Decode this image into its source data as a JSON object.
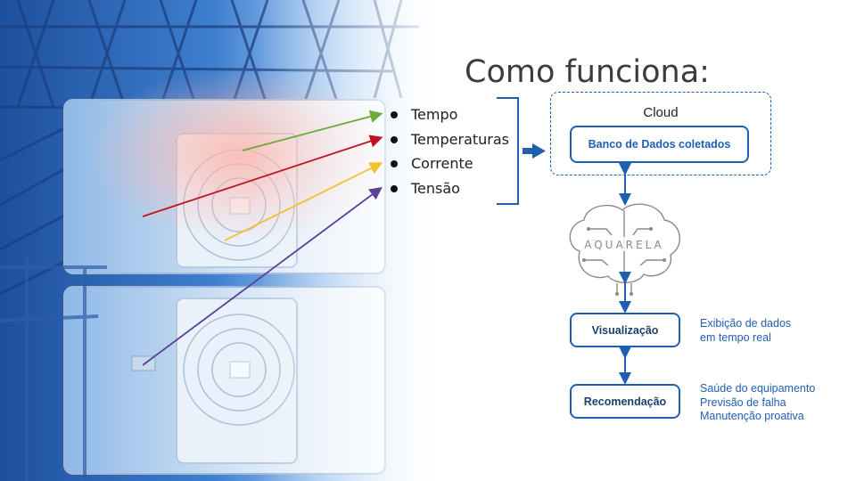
{
  "slide": {
    "title": "Como funciona:",
    "inputs": [
      "Tempo",
      "Temperaturas",
      "Corrente",
      "Tensão"
    ],
    "cloud_label": "Cloud",
    "database_box": "Banco de Dados coletados",
    "brain_logo_text": "AQUARELA",
    "visualization_box": "Visualização",
    "visualization_notes": [
      "Exibição de dados",
      "em tempo real"
    ],
    "recommendation_box": "Recomendação",
    "recommendation_notes": [
      "Saúde do equipamento",
      "Previsão de falha",
      "Manutenção proativa"
    ]
  },
  "colors": {
    "accent_blue": "#1f5fb0",
    "arrow_green": "#6aab3a",
    "arrow_red": "#c0141e",
    "arrow_yellow": "#f2c12e",
    "arrow_purple": "#5b3f99"
  }
}
